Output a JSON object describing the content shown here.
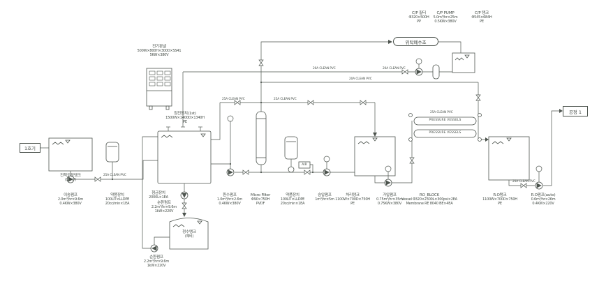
{
  "badges": {
    "unit1": "1호기",
    "waste_water": "위탁폐수조",
    "process1": "공정 1",
    "air": "AIR"
  },
  "labels": {
    "elec_panel": [
      "전기판넬",
      "500W×800H×300D×SS41",
      "5KW×380V"
    ],
    "cp_filter": [
      "C/P 필터",
      "Φ320×500H",
      "PP"
    ],
    "cp_pump": [
      "C/P PUMP",
      "5.0m³/hr×25m",
      "0.5KW×380V"
    ],
    "cp_tank": [
      "C/P 탱크",
      "Φ545×684H",
      "PE"
    ],
    "paint_tank": [
      "전착도장탱크",
      "(18m³)"
    ],
    "transfer_pump": [
      "이송펌프",
      "2.0m³/hr×9.6m",
      "0.4KW×380V"
    ],
    "chem_unit1": [
      "약품장치",
      "100LIT×LLDPE",
      "20cc/min×1EA"
    ],
    "dosing_unit": [
      "첨금장치",
      "2000L×1EA"
    ],
    "circ_pump1": [
      "순환펌프",
      "2.2m³/hr×9.6m",
      "1kW×220V"
    ],
    "settle_tank": [
      "침전장치(1st)",
      "1500W×1400D×1340H",
      "PE"
    ],
    "clean_tank": [
      "청수탱크",
      "(예비)"
    ],
    "circ_pump2": [
      "순환펌프",
      "2.2m³/hr×9.6m",
      "1kW×220V"
    ],
    "return_pump": [
      "환수펌프",
      "1.0m³/hr×2.6m",
      "0.4KW×380V"
    ],
    "micro_filter": [
      "Micro Filter",
      "Φ90×750H",
      "PVDF"
    ],
    "chem_unit2": [
      "약품장치",
      "100LIT×LLDPE",
      "20cc/min×1EA"
    ],
    "boost_pump": [
      "승압펌프",
      "1m³/hr×5m"
    ],
    "treat_tank": [
      "처리탱크",
      "1100W×700D×750H",
      "PE"
    ],
    "hp_pump": [
      "가압펌프",
      "0.75m³/hr×35m",
      "0.75KW×380V"
    ],
    "ro_block": [
      "RO_BLOCK",
      "Vessel Φ320×2300L×300psi×2EA",
      "Membrane RE 8040 BE×4EA"
    ],
    "ro_tank": [
      "R.O탱크",
      "1100W×700D×750H",
      "PE"
    ],
    "ro_pump": [
      "R.O펌프(auto)",
      "0.6m³/hr×26m",
      "0.4KW×220V"
    ]
  },
  "vessel_text": "PRESSURE VESSELS",
  "pipe_labels": {
    "p1": "25A CLEAN PVC",
    "p2": "25A CLEAN PVC",
    "p3": "20A CLEAN PVC",
    "p4": "20A CLEAN PVC",
    "p5": "25A CLEAN PVC",
    "p6": "20A CLEAN PVC",
    "p7": "25A CLEAN PVC",
    "p8": "25A CLEAN PVC"
  },
  "colors": {
    "line": "#4d544e",
    "text": "#454d47",
    "background": "#ffffff"
  }
}
